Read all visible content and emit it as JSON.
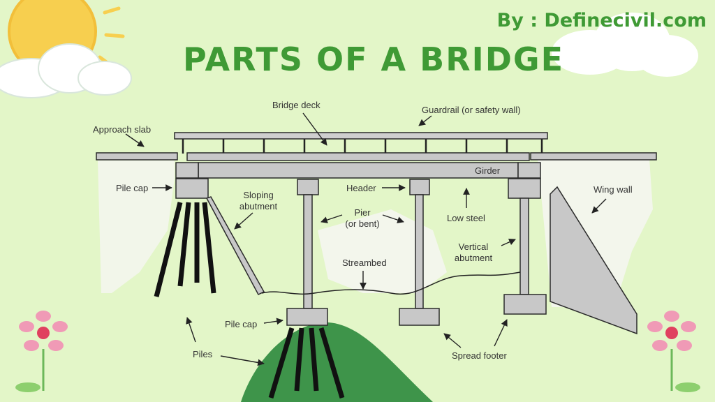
{
  "header": {
    "title": "PARTS OF A BRIDGE",
    "byline": "By : Definecivil.com"
  },
  "labels": {
    "bridge_deck": "Bridge deck",
    "guardrail": "Guardrail (or safety wall)",
    "approach_slab": "Approach slab",
    "girder": "Girder",
    "pile_cap_top": "Pile cap",
    "sloping_abutment_1": "Sloping",
    "sloping_abutment_2": "abutment",
    "header": "Header",
    "pier_1": "Pier",
    "pier_2": "(or bent)",
    "wing_wall": "Wing wall",
    "low_steel": "Low steel",
    "vertical_abutment_1": "Vertical",
    "vertical_abutment_2": "abutment",
    "streambed": "Streambed",
    "pile_cap_bottom": "Pile cap",
    "piles": "Piles",
    "spread_footer": "Spread footer"
  },
  "colors": {
    "background": "#e3f6c8",
    "title_green": "#3f9a35",
    "hill_green": "#3e944a",
    "structure_fill": "#c8c8c8",
    "structure_stroke": "#2b2b2b",
    "sun": "#f7cf4f",
    "flower": "#f09ab6"
  }
}
